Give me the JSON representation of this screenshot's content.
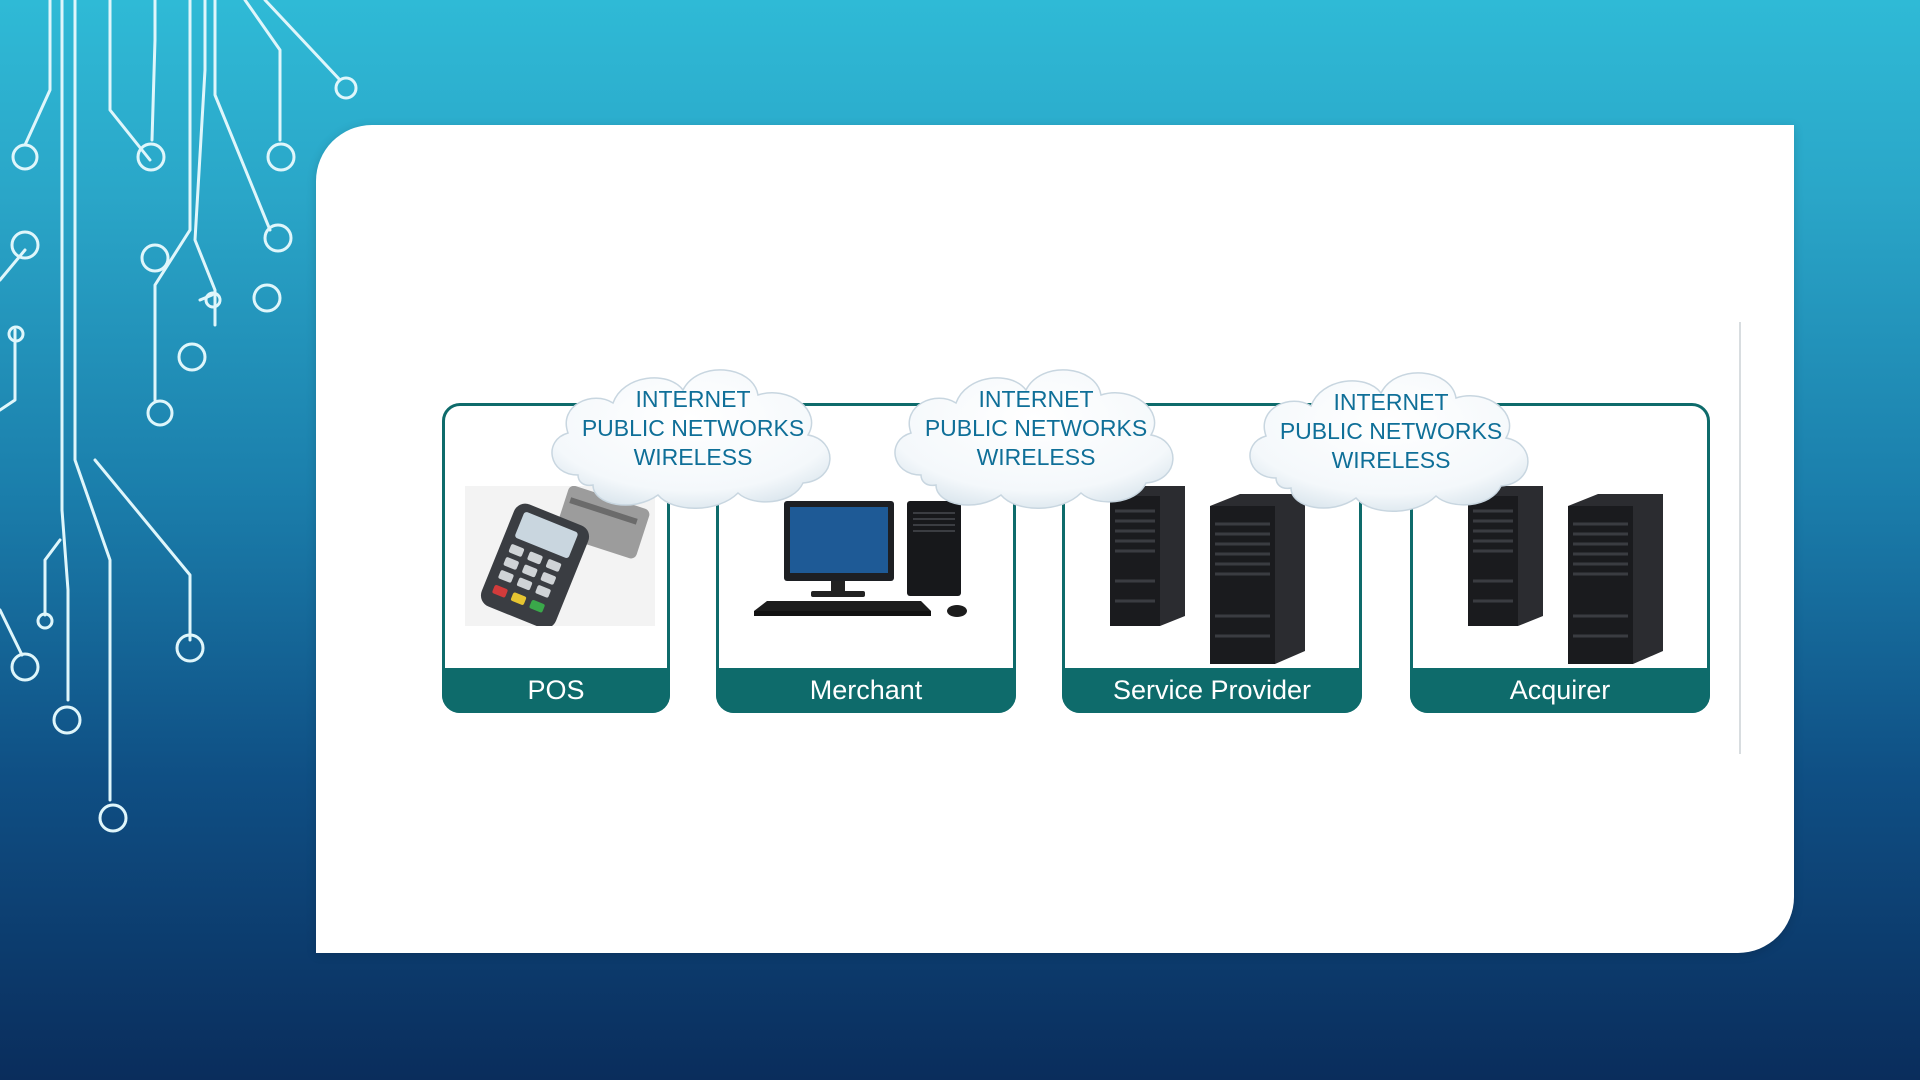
{
  "stages": [
    {
      "label": "POS",
      "icon": "pos-terminal-icon"
    },
    {
      "label": "Merchant",
      "icon": "desktop-computer-icon"
    },
    {
      "label": "Service Provider",
      "icon": "server-rack-icon"
    },
    {
      "label": "Acquirer",
      "icon": "server-rack-icon"
    }
  ],
  "clouds": [
    {
      "line1": "INTERNET",
      "line2": "PUBLIC NETWORKS",
      "line3": "WIRELESS"
    },
    {
      "line1": "INTERNET",
      "line2": "PUBLIC NETWORKS",
      "line3": "WIRELESS"
    },
    {
      "line1": "INTERNET",
      "line2": "PUBLIC NETWORKS",
      "line3": "WIRELESS"
    }
  ],
  "colors": {
    "stage_teal": "#0e6b6b",
    "cloud_text": "#0f6f98",
    "background_top": "#2fbad6",
    "background_bottom": "#0a2d5c"
  }
}
